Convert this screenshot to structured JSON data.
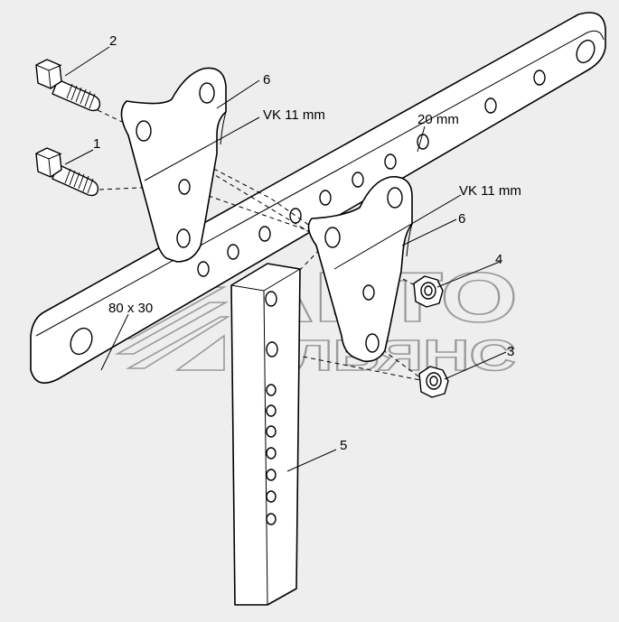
{
  "labels": {
    "part_1": "1",
    "part_2": "2",
    "part_3": "3",
    "part_4": "4",
    "part_5": "5",
    "part_6_upper": "6",
    "part_6_lower": "6",
    "dim_vk_upper": "VK 11 mm",
    "dim_vk_lower": "VK 11 mm",
    "dim_hole": "20 mm",
    "dim_section": "80 x 30"
  },
  "watermark": {
    "line1": "АВТО",
    "line2": "АЛЬЯНС"
  },
  "colors": {
    "background": "#eeeeee",
    "line": "#000000",
    "watermark": "#9a9a9a"
  }
}
